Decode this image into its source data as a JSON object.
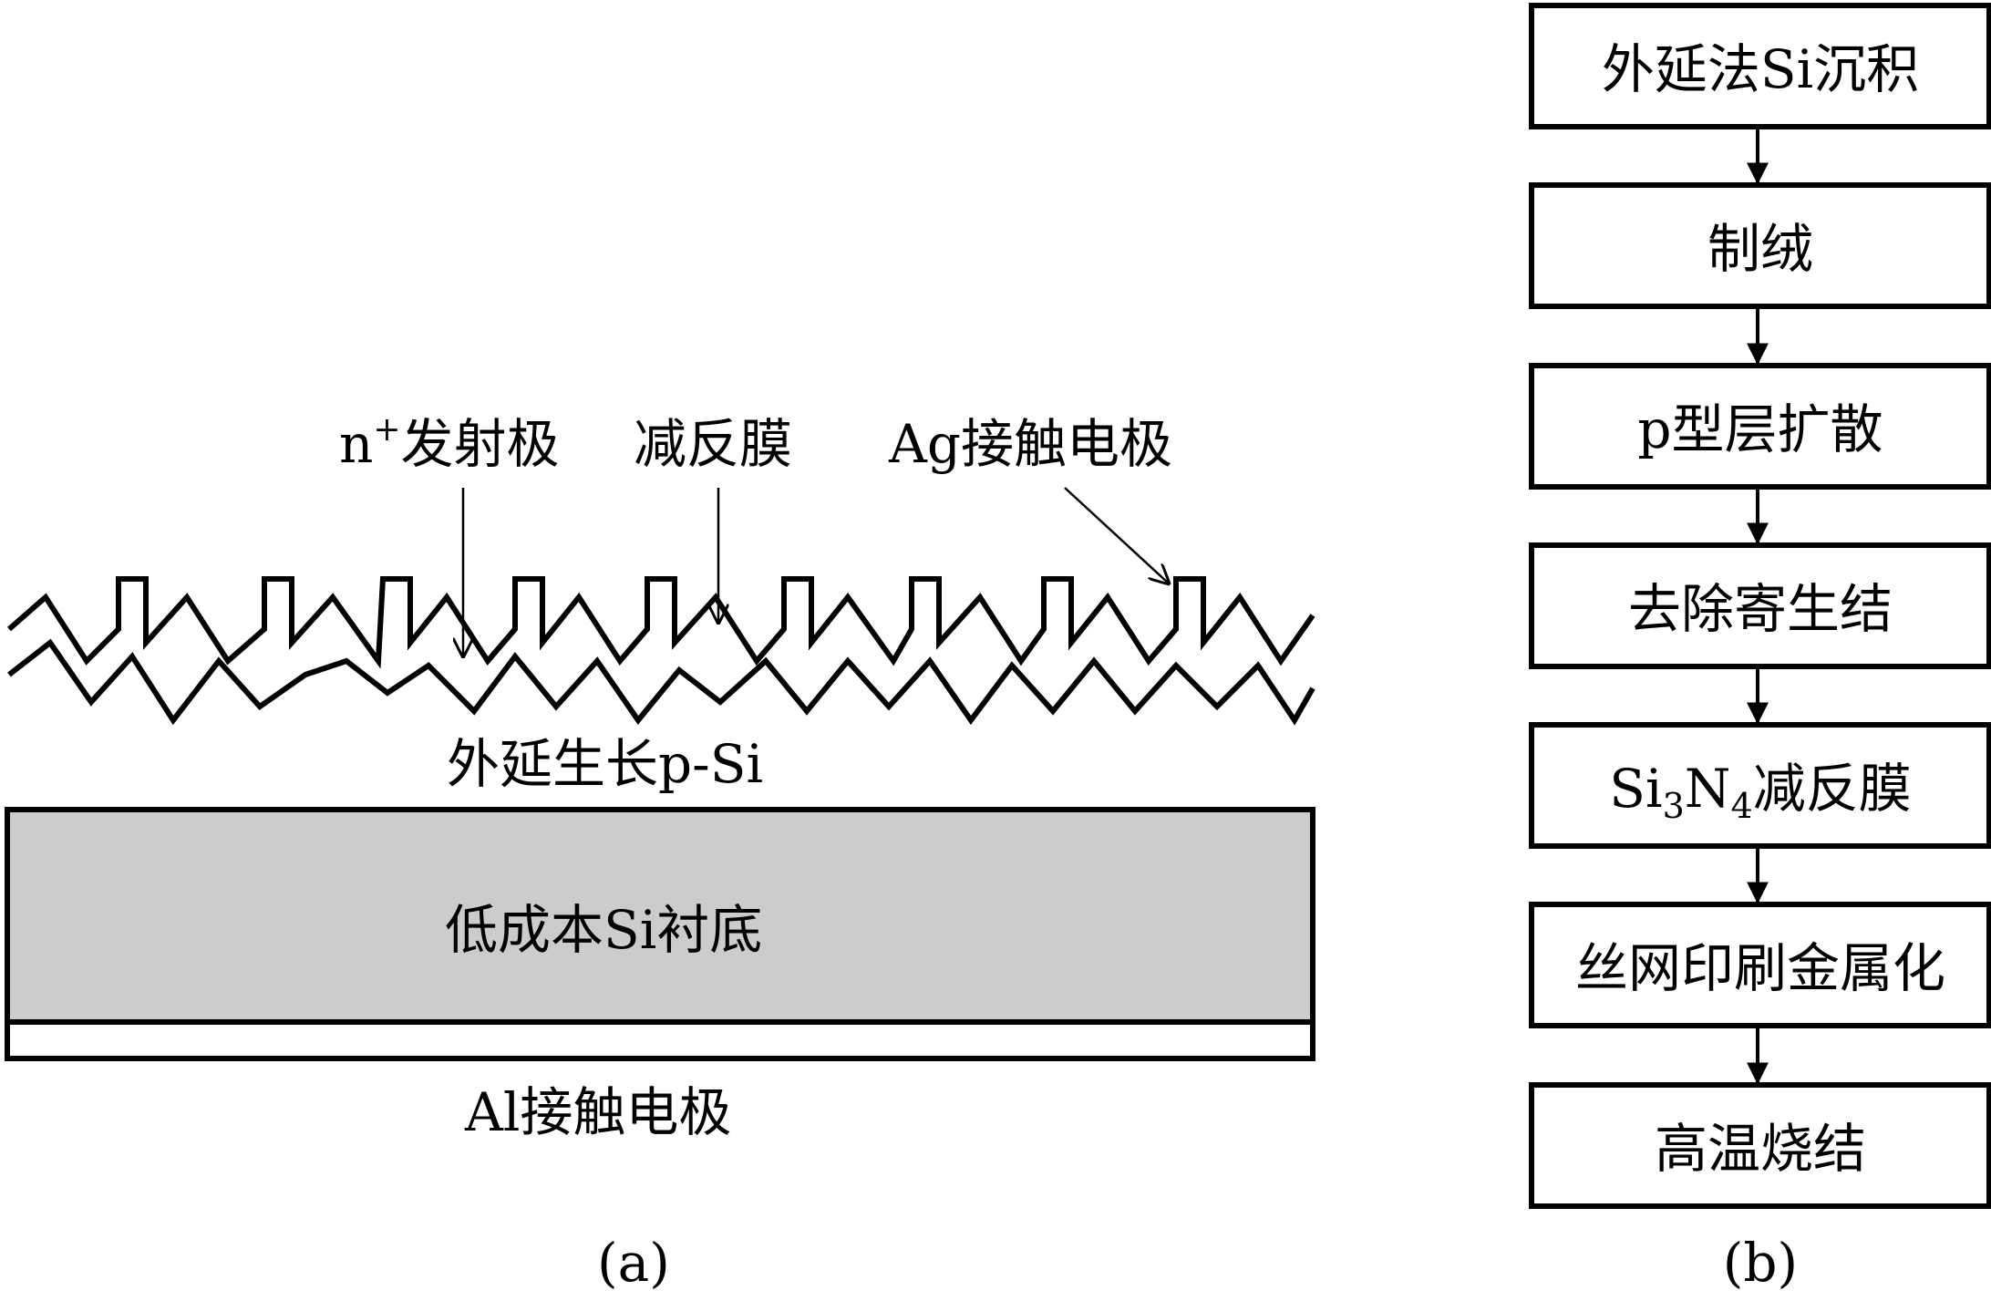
{
  "panel_a": {
    "label_emitter": "n",
    "label_emitter_sup": "+",
    "label_emitter_tail": "发射极",
    "label_arc": "减反膜",
    "label_ag": "Ag接触电极",
    "label_epi": "外延生长p-Si",
    "label_substrate": "低成本Si衬底",
    "label_al": "Al接触电极",
    "caption": "(a)",
    "substrate_color": "#cccccc"
  },
  "panel_b": {
    "steps": [
      {
        "text": "外延法Si沉积"
      },
      {
        "text": "制绒"
      },
      {
        "text": "p型层扩散"
      },
      {
        "text": "去除寄生结"
      },
      {
        "pre": "Si",
        "sub1": "3",
        "mid": "N",
        "sub2": "4",
        "post": "减反膜"
      },
      {
        "text": "丝网印刷金属化"
      },
      {
        "text": "高温烧结"
      }
    ],
    "caption": "(b)"
  }
}
